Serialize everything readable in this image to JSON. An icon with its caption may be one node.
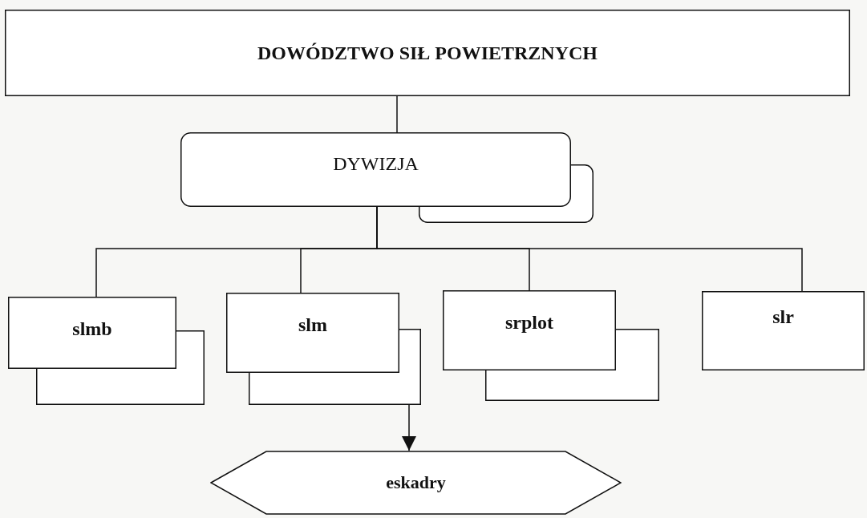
{
  "diagram": {
    "nodes": [
      {
        "text": [
          "DOWÓDZTWO SIŁ POWIETRZNYCH"
        ]
      },
      {
        "text": [
          "DYWIZJA"
        ]
      },
      {
        "text": [
          "slmb"
        ]
      },
      {
        "text": [
          "slm"
        ]
      },
      {
        "text": [
          "srplot"
        ]
      },
      {
        "text": [
          "slr"
        ]
      },
      {
        "text": [
          "eskadry"
        ]
      }
    ],
    "edges": [
      {
        "from": 0,
        "to": 1,
        "arrow": "none"
      },
      {
        "from": 1,
        "to": 2,
        "arrow": "none"
      },
      {
        "from": 1,
        "to": 3,
        "arrow": "none"
      },
      {
        "from": 1,
        "to": 4,
        "arrow": "none"
      },
      {
        "from": 1,
        "to": 5,
        "arrow": "none"
      },
      {
        "from": 3,
        "to": 6,
        "arrow": "to"
      }
    ]
  }
}
